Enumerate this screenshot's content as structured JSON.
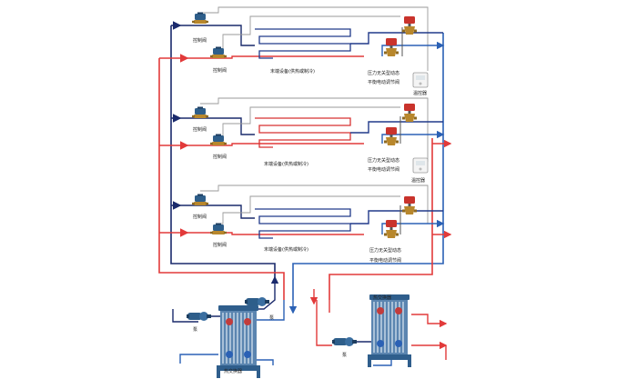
{
  "colors": {
    "supply_red": "#e23a3a",
    "return_blue": "#2b61b5",
    "dark_navy": "#1a2a6c",
    "ctrl_gray": "#9a9a9a",
    "coil_red": "#d83232",
    "coil_blue": "#213a8a",
    "valve_red": "#c9332c",
    "brass": "#b8872c",
    "pump_blue": "#2e5e8a",
    "hx_blue": "#3a6ea0"
  },
  "labels": {
    "control_valve": "控制阀",
    "terminal": "末端设备(供热或制冷)",
    "dpv_line1": "压力无关型动态",
    "dpv_line2": "平衡电动调节阀",
    "thermostat": "温控器",
    "pump": "泵",
    "heat_exchanger": "热交换器"
  },
  "floors": [
    {
      "coil_color": "blue",
      "has_thermostat": true
    },
    {
      "coil_color": "red",
      "has_thermostat": true
    },
    {
      "coil_color": "blue",
      "has_thermostat": false
    }
  ],
  "icons": [
    "control-valve-icon",
    "pump-icon",
    "heat-exchanger-icon",
    "thermostat-icon",
    "actuator-valve-icon",
    "flow-arrow-icon"
  ]
}
